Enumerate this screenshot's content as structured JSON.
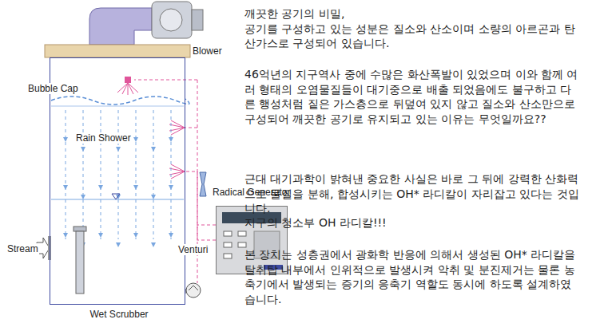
{
  "diagram": {
    "nodes": [
      {
        "text": [
          "Wet Scrubber"
        ]
      },
      {
        "text": [
          "Radical Generator"
        ]
      }
    ],
    "edges": [
      {
        "from": 1,
        "to": 0,
        "arrow": "none"
      }
    ],
    "labels": [
      "Blower",
      "Bubble Cap",
      "Rain Shower",
      "Stream",
      "Venturi",
      "깨끗한 공기의 비밀,",
      "공기를 구성하고 있는 성분은 질소와 산소이며 소량의 아르곤과 탄산가스로 구성되어 있습니다.",
      "46억년의 지구역사 중에 수많은 화산폭발이 있었으며 이와 함께 여러 형태의 오염물질들이 대기중으로 배출 되었음에도 불구하고 다른 행성처럼 짙은 가스층으로 뒤덮여 있지 않고 질소와 산소만으로 구성되어 깨끗한 공기로 유지되고 있는 이유는 무엇일까요??",
      "근대 대기과학이 밝혀낸 중요한 사실은 바로 그 뒤에 강력한 산화력으로 물질을 분해, 합성시키는 OH* 라디칼이 자리잡고 있다는 것입니다.",
      "지구의 청소부 OH 라디칼!!!",
      "본 장치는 성층권에서 광화학 반응에 의해서 생성된 OH* 라디칼을 탈취탑 내부에서 인위적으로 발생시켜 악취 및 분진제거는 물론 농축기에서 발생되는 증기의 응축기 역할도 동시에 하도록 설계하였습니다."
    ]
  }
}
